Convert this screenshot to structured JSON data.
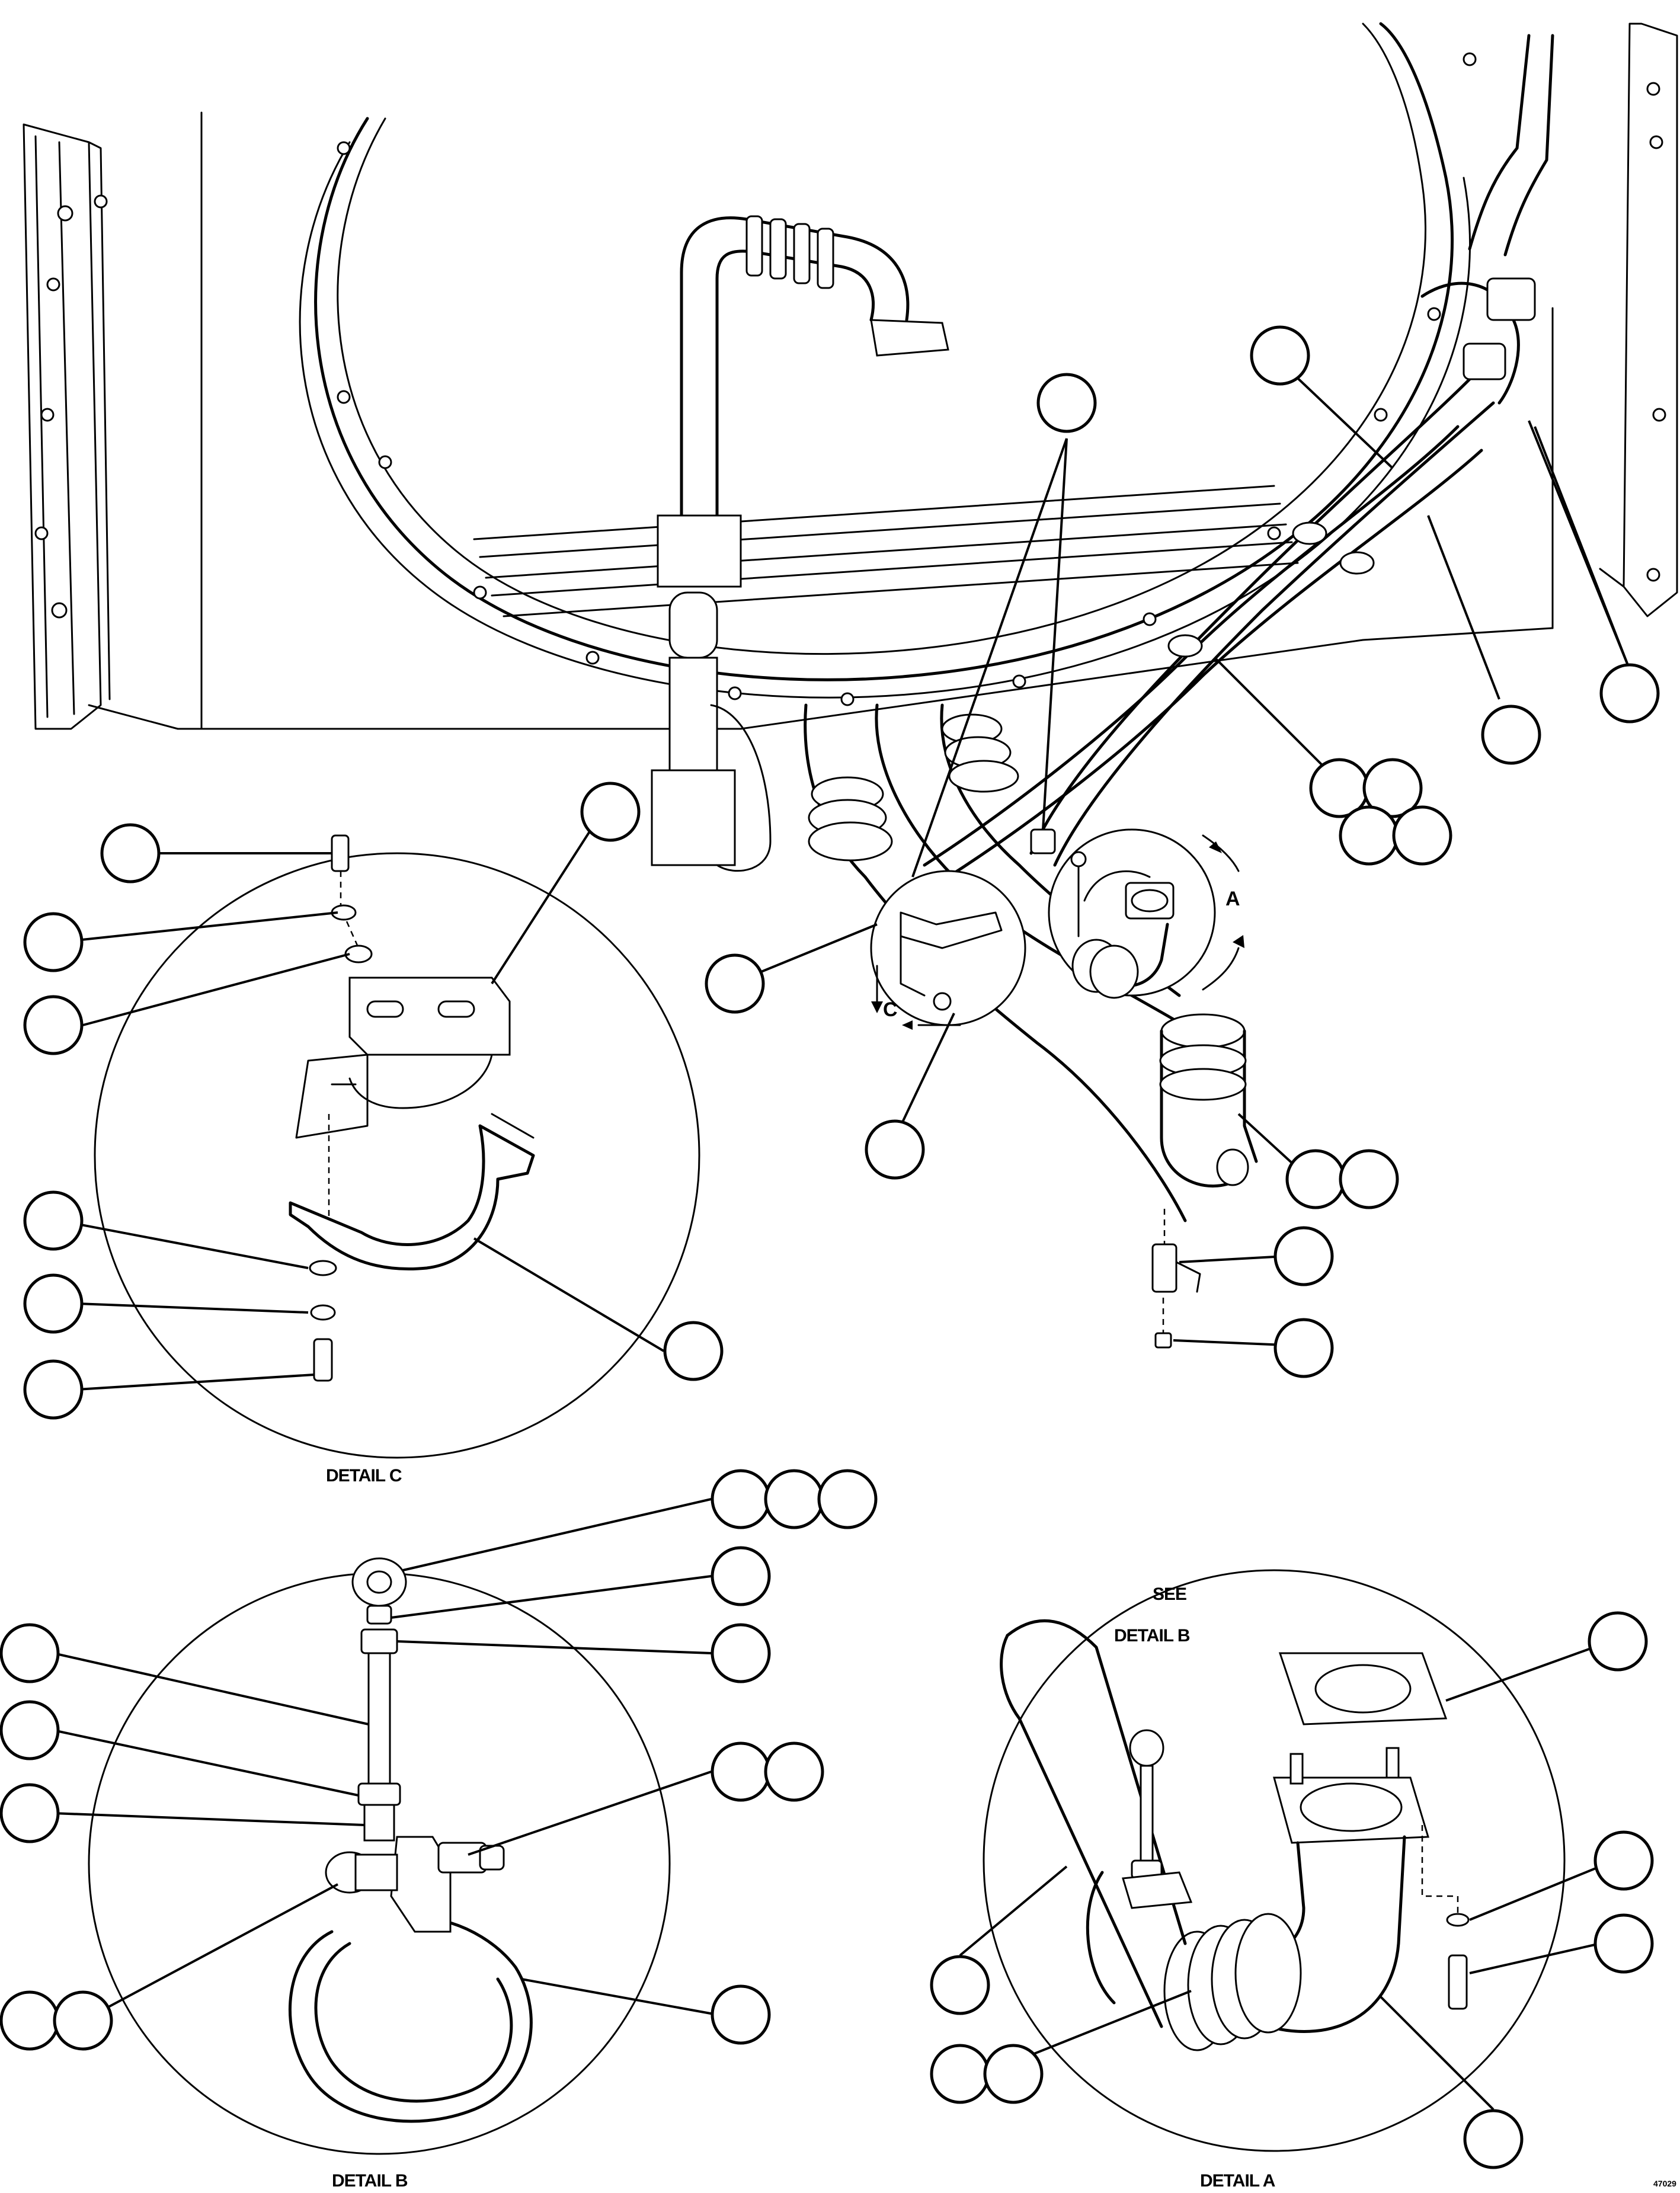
{
  "labels": {
    "detail_c": "DETAIL C",
    "detail_b": "DETAIL B",
    "detail_a": "DETAIL A",
    "see": "SEE",
    "see_detail_b": "DETAIL B",
    "view_a": "A",
    "view_c": "C",
    "drawing_number": "47029"
  }
}
